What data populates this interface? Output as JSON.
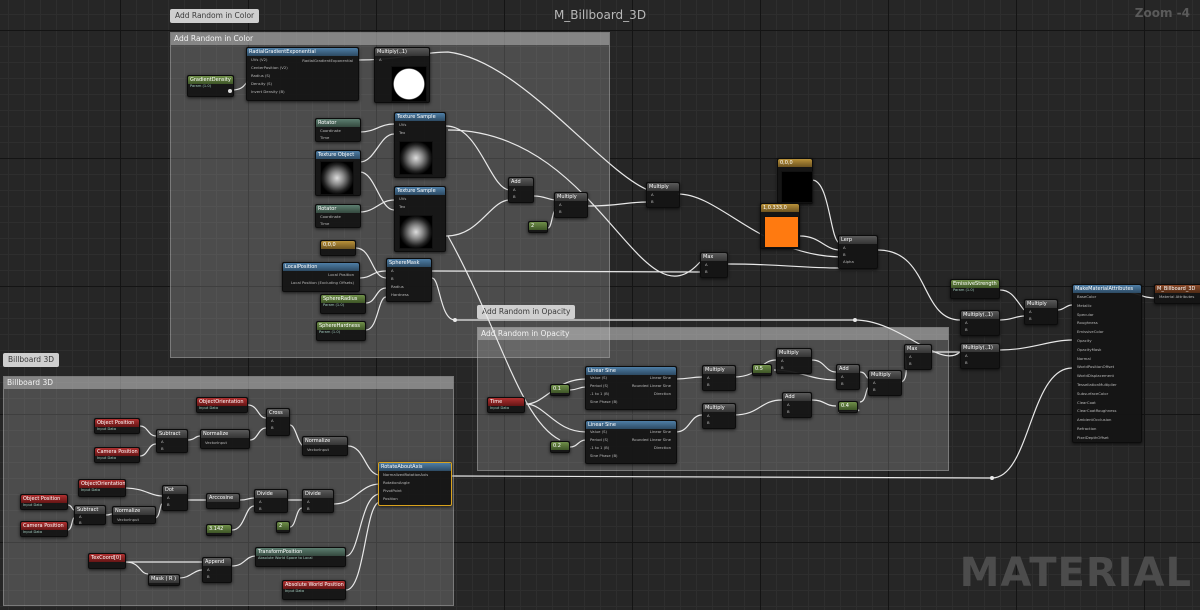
{
  "header": {
    "title": "M_Billboard_3D",
    "zoom": "Zoom -4",
    "watermark": "MATERIAL"
  },
  "comments": {
    "add_random_color": {
      "bubble": "Add Random in Color",
      "title": "Add Random in Color"
    },
    "add_random_opacity": {
      "bubble": "Add Random in Opacity",
      "title": "Add Random in Opacity"
    },
    "billboard_3d": {
      "bubble": "Billboard 3D",
      "title": "Billboard 3D"
    }
  },
  "nodes": {
    "radial_gradient": {
      "title": "RadialGradientExponential",
      "pins": [
        "UVs (V2)",
        "CenterPosition (V2)",
        "Radius (S)",
        "Density (S)",
        "Invert Density (B)"
      ],
      "out": "RadialGradientExponential"
    },
    "gradient_density": {
      "title": "GradientDensity",
      "sub": "Param (1.0)"
    },
    "multiply_top": {
      "title": "Multiply(.,1)",
      "pins": [
        "A",
        "B"
      ]
    },
    "rotator1": {
      "title": "Rotator",
      "pins": [
        "Coordinate",
        "Time"
      ]
    },
    "texture_sample1": {
      "title": "Texture Sample",
      "pins": [
        "UVs",
        "Tex"
      ]
    },
    "texture_object": {
      "title": "Texture Object"
    },
    "rotator2": {
      "title": "Rotator",
      "pins": [
        "Coordinate",
        "Time"
      ]
    },
    "texture_sample2": {
      "title": "Texture Sample",
      "pins": [
        "UVs",
        "Tex"
      ]
    },
    "add_mid": {
      "title": "Add",
      "pins": [
        "A",
        "B"
      ]
    },
    "multiply_mid": {
      "title": "Multiply",
      "pins": [
        "A",
        "B"
      ]
    },
    "const_2": {
      "title": "2"
    },
    "multiply_right": {
      "title": "Multiply",
      "pins": [
        "A",
        "B"
      ]
    },
    "vec_black": {
      "title": "0,0,0"
    },
    "vec_orange": {
      "title": "1,0.333,0"
    },
    "lerp": {
      "title": "Lerp",
      "pins": [
        "A",
        "B",
        "Alpha"
      ]
    },
    "max": {
      "title": "Max",
      "pins": [
        "A",
        "B"
      ]
    },
    "const_vec": {
      "title": "0,0,0"
    },
    "local_position": {
      "title": "LocalPosition",
      "pins": [
        "Local Position",
        "Local Position (Excluding Offsets)"
      ]
    },
    "sphere_mask": {
      "title": "SphereMask",
      "pins": [
        "A",
        "B",
        "Radius",
        "Hardness"
      ]
    },
    "sphere_radius": {
      "title": "SphereRadius",
      "sub": "Param (1.0)"
    },
    "sphere_hardness": {
      "title": "SphereHardness",
      "sub": "Param (1.0)"
    },
    "emissive_strength": {
      "title": "EmissiveStrength",
      "sub": "Param (1.0)"
    },
    "multiply_e1": {
      "title": "Multiply(.,1)",
      "pins": [
        "A",
        "B"
      ]
    },
    "multiply_e2": {
      "title": "Multiply",
      "pins": [
        "A",
        "B"
      ]
    },
    "multiply_e3": {
      "title": "Multiply(.,1)",
      "pins": [
        "A",
        "B"
      ]
    },
    "make_material_attributes": {
      "title": "MakeMaterialAttributes",
      "pins": [
        "BaseColor",
        "Metallic",
        "Specular",
        "Roughness",
        "EmissiveColor",
        "Opacity",
        "OpacityMask",
        "Normal",
        "WorldPositionOffset",
        "WorldDisplacement",
        "TessellationMultiplier",
        "SubsurfaceColor",
        "ClearCoat",
        "ClearCoatRoughness",
        "AmbientOcclusion",
        "Refraction",
        "PixelDepthOffset"
      ]
    },
    "result": {
      "title": "M_Billboard_3D",
      "pins": [
        "Material Attributes"
      ]
    },
    "time": {
      "title": "Time",
      "sub": "Input Data"
    },
    "const_01": {
      "title": "0.1"
    },
    "const_02": {
      "title": "0.2"
    },
    "linear_sine1": {
      "title": "Linear Sine",
      "pins": [
        "Value (S)",
        "Period (S)",
        "-1 to 1 (B)",
        "Sine Phase (B)"
      ],
      "outs": [
        "Linear Sine",
        "Rounded Linear Sine",
        "Direction"
      ]
    },
    "linear_sine2": {
      "title": "Linear Sine",
      "pins": [
        "Value (S)",
        "Period (S)",
        "-1 to 1 (B)",
        "Sine Phase (B)"
      ],
      "outs": [
        "Linear Sine",
        "Rounded Linear Sine",
        "Direction"
      ]
    },
    "multiply_o1": {
      "title": "Multiply",
      "pins": [
        "A",
        "B"
      ]
    },
    "multiply_o2": {
      "title": "Multiply",
      "pins": [
        "A",
        "B"
      ]
    },
    "multiply_o3": {
      "title": "Multiply",
      "pins": [
        "A",
        "B"
      ]
    },
    "const_05": {
      "title": "0.5"
    },
    "add_o1": {
      "title": "Add",
      "pins": [
        "A",
        "B"
      ]
    },
    "add_o2": {
      "title": "Add",
      "pins": [
        "A",
        "B"
      ]
    },
    "const_04": {
      "title": "0.4"
    },
    "multiply_o4": {
      "title": "Multiply",
      "pins": [
        "A",
        "B"
      ]
    },
    "max_o": {
      "title": "Max",
      "pins": [
        "A",
        "B"
      ]
    },
    "object_orientation1": {
      "title": "ObjectOrientation",
      "sub": "Input Data"
    },
    "object_position1": {
      "title": "Object Position",
      "sub": "Input Data"
    },
    "camera_position1": {
      "title": "Camera Position",
      "sub": "Input Data"
    },
    "subtract1": {
      "title": "Subtract",
      "pins": [
        "A",
        "B"
      ]
    },
    "normalize1": {
      "title": "Normalize",
      "pins": [
        "VectorInput"
      ]
    },
    "cross": {
      "title": "Cross",
      "pins": [
        "A",
        "B"
      ]
    },
    "normalize2": {
      "title": "Normalize",
      "pins": [
        "VectorInput"
      ]
    },
    "rotate_about_axis": {
      "title": "RotateAboutAxis",
      "pins": [
        "NormalizedRotationAxis",
        "RotationAngle",
        "PivotPoint",
        "Position"
      ]
    },
    "object_orientation2": {
      "title": "ObjectOrientation",
      "sub": "Input Data"
    },
    "object_position2": {
      "title": "Object Position",
      "sub": "Input Data"
    },
    "camera_position2": {
      "title": "Camera Position",
      "sub": "Input Data"
    },
    "subtract2": {
      "title": "Subtract",
      "pins": [
        "A",
        "B"
      ]
    },
    "normalize3": {
      "title": "Normalize",
      "pins": [
        "VectorInput"
      ]
    },
    "dot": {
      "title": "Dot",
      "pins": [
        "A",
        "B"
      ]
    },
    "arccosine": {
      "title": "Arccosine",
      "pins": [
        ""
      ]
    },
    "divide1": {
      "title": "Divide",
      "pins": [
        "A",
        "B"
      ]
    },
    "divide2": {
      "title": "Divide",
      "pins": [
        "A",
        "B"
      ]
    },
    "const_pi": {
      "title": "3.142"
    },
    "const_2b": {
      "title": "2"
    },
    "texcoord": {
      "title": "TexCoord[0]"
    },
    "mask_rg": {
      "title": "Mask ( R )",
      "pins": [
        ""
      ]
    },
    "append": {
      "title": "Append",
      "pins": [
        "A",
        "B"
      ]
    },
    "transform_position": {
      "title": "TransformPosition",
      "sub": "Absolute World Space to Local"
    },
    "absolute_world_position": {
      "title": "Absolute World Position",
      "sub": "Input Data"
    }
  },
  "colors": {
    "background": "#262626",
    "selection": "#d9a21c",
    "orange_preview": "#ff7a10"
  }
}
